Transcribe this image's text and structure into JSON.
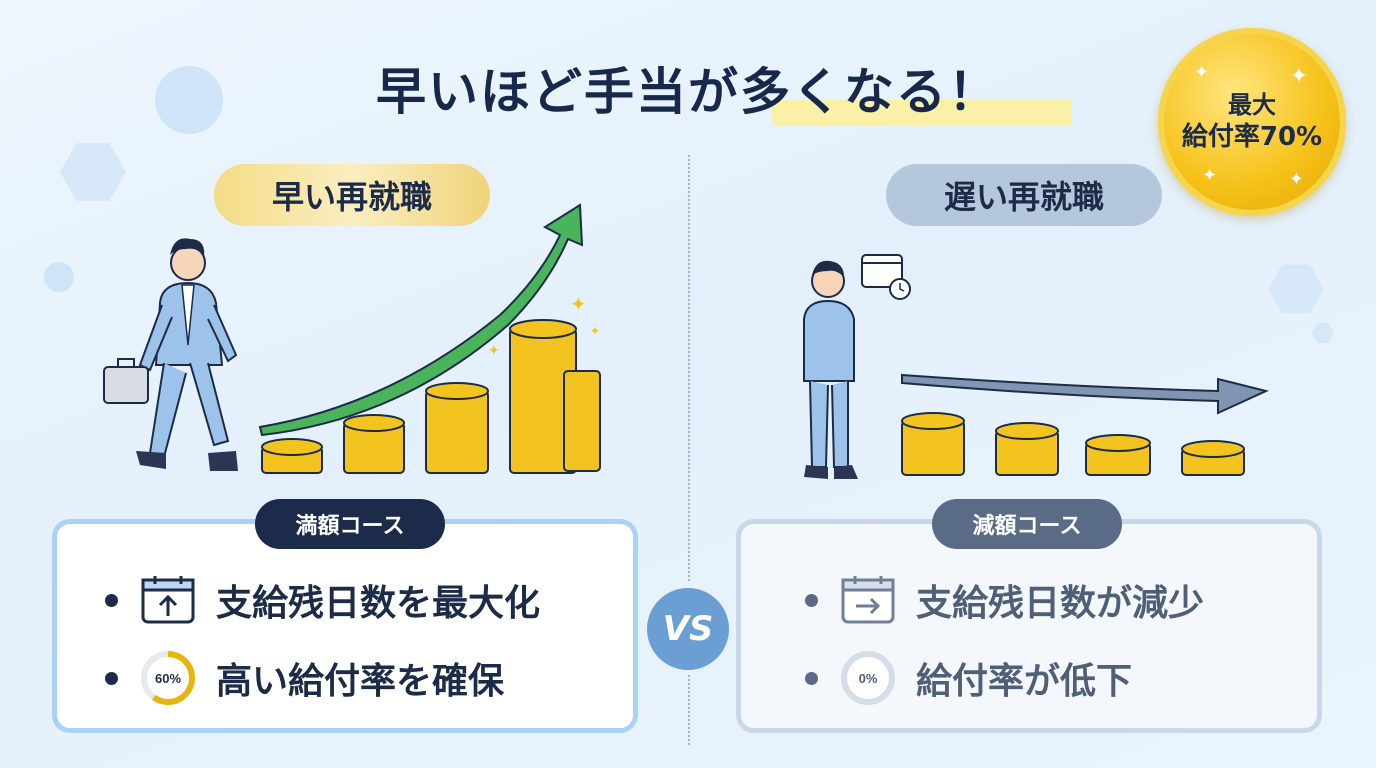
{
  "title": "早いほど手当が多くなる！",
  "badge": {
    "line1": "最大",
    "line2": "給付率70%"
  },
  "left": {
    "heading": "早い再就職",
    "course": "満額コース",
    "items": [
      {
        "text": "支給残日数を最大化",
        "icon": "calendar-up-icon"
      },
      {
        "text": "高い給付率を確保",
        "icon": "percent-ring-icon",
        "ring_label": "60%",
        "ring_value": 0.6
      }
    ]
  },
  "right": {
    "heading": "遅い再就職",
    "course": "減額コース",
    "items": [
      {
        "text": "支給残日数が減少",
        "icon": "calendar-right-icon"
      },
      {
        "text": "給付率が低下",
        "icon": "percent-ring-icon",
        "ring_label": "0%",
        "ring_value": 0.0
      }
    ]
  },
  "vs_label": "VS",
  "colors": {
    "navy": "#1c2b4a",
    "gold": "#f3c31f",
    "green_arrow": "#49b45a",
    "gray_arrow": "#7f95b2",
    "blue_border": "#a9d2f4"
  }
}
